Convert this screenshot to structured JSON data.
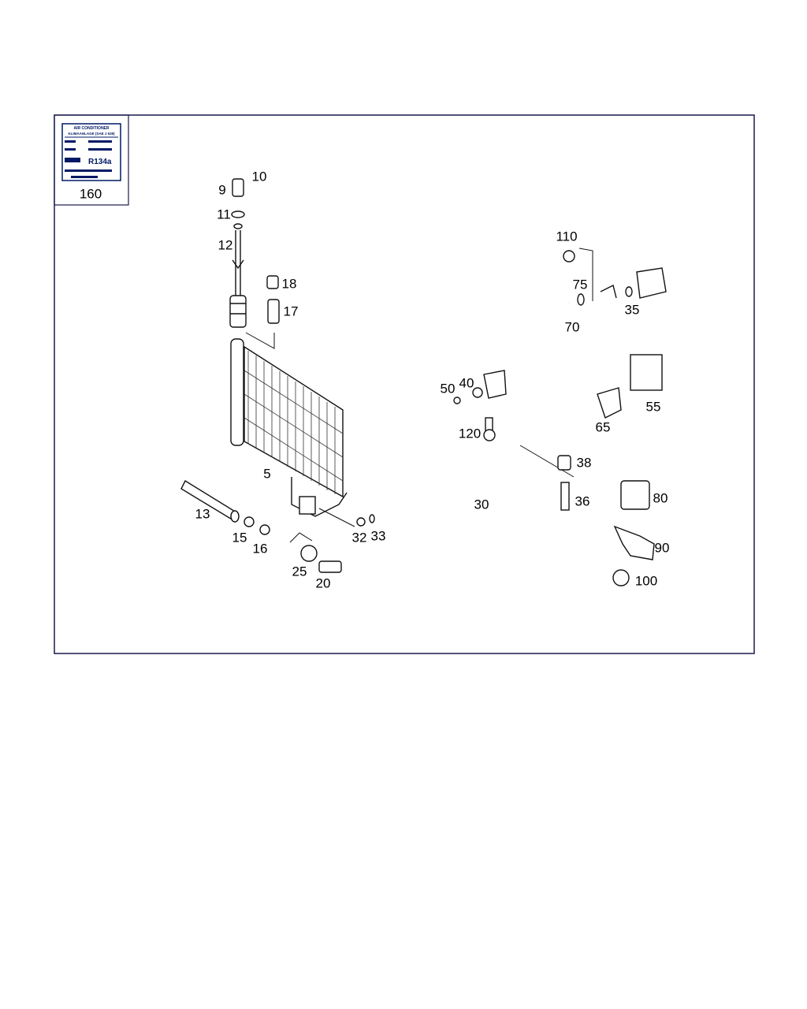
{
  "diagram": {
    "sticker": {
      "title_line1": "AIR CONDITIONER",
      "title_line2": "KLIMAANLAGE (SAE J 639)",
      "refrigerant": "R134a",
      "part_number": "160"
    },
    "callouts": [
      "10",
      "9",
      "11",
      "12",
      "18",
      "17",
      "5",
      "13",
      "15",
      "16",
      "25",
      "20",
      "32",
      "33",
      "30",
      "110",
      "75",
      "35",
      "70",
      "50",
      "40",
      "55",
      "65",
      "120",
      "38",
      "36",
      "80",
      "90",
      "100"
    ]
  },
  "colors": {
    "frame": "#1a1a4d",
    "text": "#000000"
  }
}
